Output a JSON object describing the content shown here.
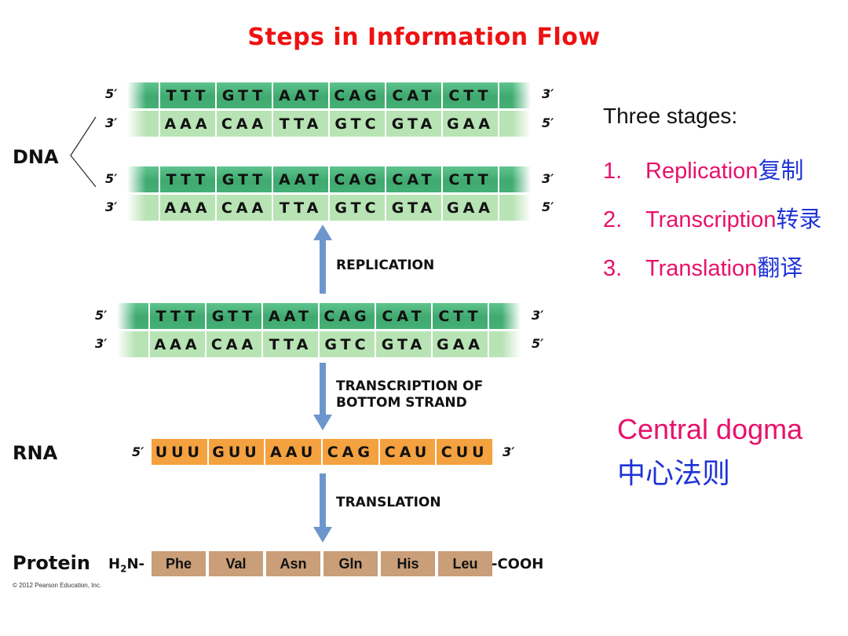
{
  "title": "Steps in Information Flow",
  "dna": {
    "label": "DNA",
    "five": "5′",
    "three": "3′",
    "top_codons": [
      "TTT",
      "GTT",
      "AAT",
      "CAG",
      "CAT",
      "CTT"
    ],
    "bottom_codons": [
      "AAA",
      "CAA",
      "TTA",
      "GTC",
      "GTA",
      "GAA"
    ]
  },
  "rna": {
    "label": "RNA",
    "five": "5′",
    "three": "3′",
    "codons": [
      "UUU",
      "GUU",
      "AAU",
      "CAG",
      "CAU",
      "CUU"
    ]
  },
  "protein": {
    "label": "Protein",
    "n_term_main": "H",
    "n_term_sub": "2",
    "n_term_tail": "N-",
    "c_term": "-COOH",
    "residues": [
      "Phe",
      "Val",
      "Asn",
      "Gln",
      "His",
      "Leu"
    ]
  },
  "arrows": {
    "replication": "REPLICATION",
    "transcription_line1": "TRANSCRIPTION OF",
    "transcription_line2": "BOTTOM STRAND",
    "translation": "TRANSLATION"
  },
  "copyright": "© 2012 Pearson Education, Inc.",
  "sidebar": {
    "heading": "Three stages:",
    "stages": [
      {
        "num": "1.",
        "en": "Replication",
        "zh": "复制"
      },
      {
        "num": "2.",
        "en": "Transcription",
        "zh": "转录"
      },
      {
        "num": "3.",
        "en": "Translation",
        "zh": "翻译"
      }
    ],
    "dogma_en": "Central dogma",
    "dogma_zh": "中心法则"
  },
  "colors": {
    "title": "#ee1111",
    "stage_text": "#e8116b",
    "chinese_text": "#1f33d6",
    "arrow": "#6d96cc",
    "dna_dark": "#45b075",
    "dna_light": "#b8e3b4",
    "rna": "#f4a13f",
    "protein": "#c99e78"
  }
}
